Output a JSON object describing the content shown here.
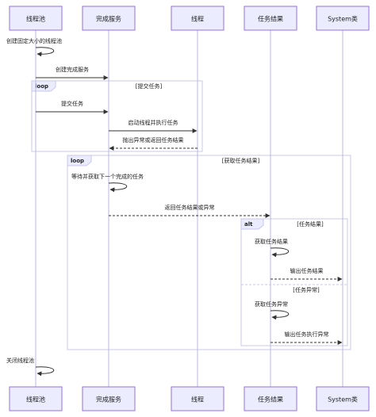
{
  "participants": [
    {
      "id": "pool",
      "label": "线程池"
    },
    {
      "id": "cs",
      "label": "完成服务"
    },
    {
      "id": "thread",
      "label": "线程"
    },
    {
      "id": "result",
      "label": "任务结果"
    },
    {
      "id": "sys",
      "label": "System类"
    }
  ],
  "messages": [
    {
      "text": "创建固定大小的线程池",
      "from": "pool",
      "to": "pool",
      "style": "solid"
    },
    {
      "text": "创建完成服务",
      "from": "pool",
      "to": "cs",
      "style": "solid"
    },
    {
      "text": "提交任务",
      "from": "pool",
      "to": "cs",
      "style": "solid"
    },
    {
      "text": "启动线程并执行任务",
      "from": "cs",
      "to": "thread",
      "style": "solid"
    },
    {
      "text": "抛出异常或返回任务结果",
      "from": "thread",
      "to": "cs",
      "style": "dashed"
    },
    {
      "text": "等待并获取下一个完成的任务",
      "from": "cs",
      "to": "cs",
      "style": "solid"
    },
    {
      "text": "返回任务结果或异常",
      "from": "cs",
      "to": "result",
      "style": "dashed"
    },
    {
      "text": "获取任务结果",
      "from": "result",
      "to": "result",
      "style": "solid"
    },
    {
      "text": "输出任务结果",
      "from": "result",
      "to": "sys",
      "style": "dashed"
    },
    {
      "text": "获取任务异常",
      "from": "result",
      "to": "result",
      "style": "solid"
    },
    {
      "text": "输出任务执行异常",
      "from": "result",
      "to": "sys",
      "style": "dashed"
    },
    {
      "text": "关闭线程池",
      "from": "pool",
      "to": "pool",
      "style": "solid"
    }
  ],
  "frames": [
    {
      "kind": "loop",
      "condition": "[提交任务]"
    },
    {
      "kind": "loop",
      "condition": "[获取任务结果]"
    },
    {
      "kind": "alt",
      "condition": "[任务结果]",
      "else_condition": "[任务异常]"
    }
  ]
}
